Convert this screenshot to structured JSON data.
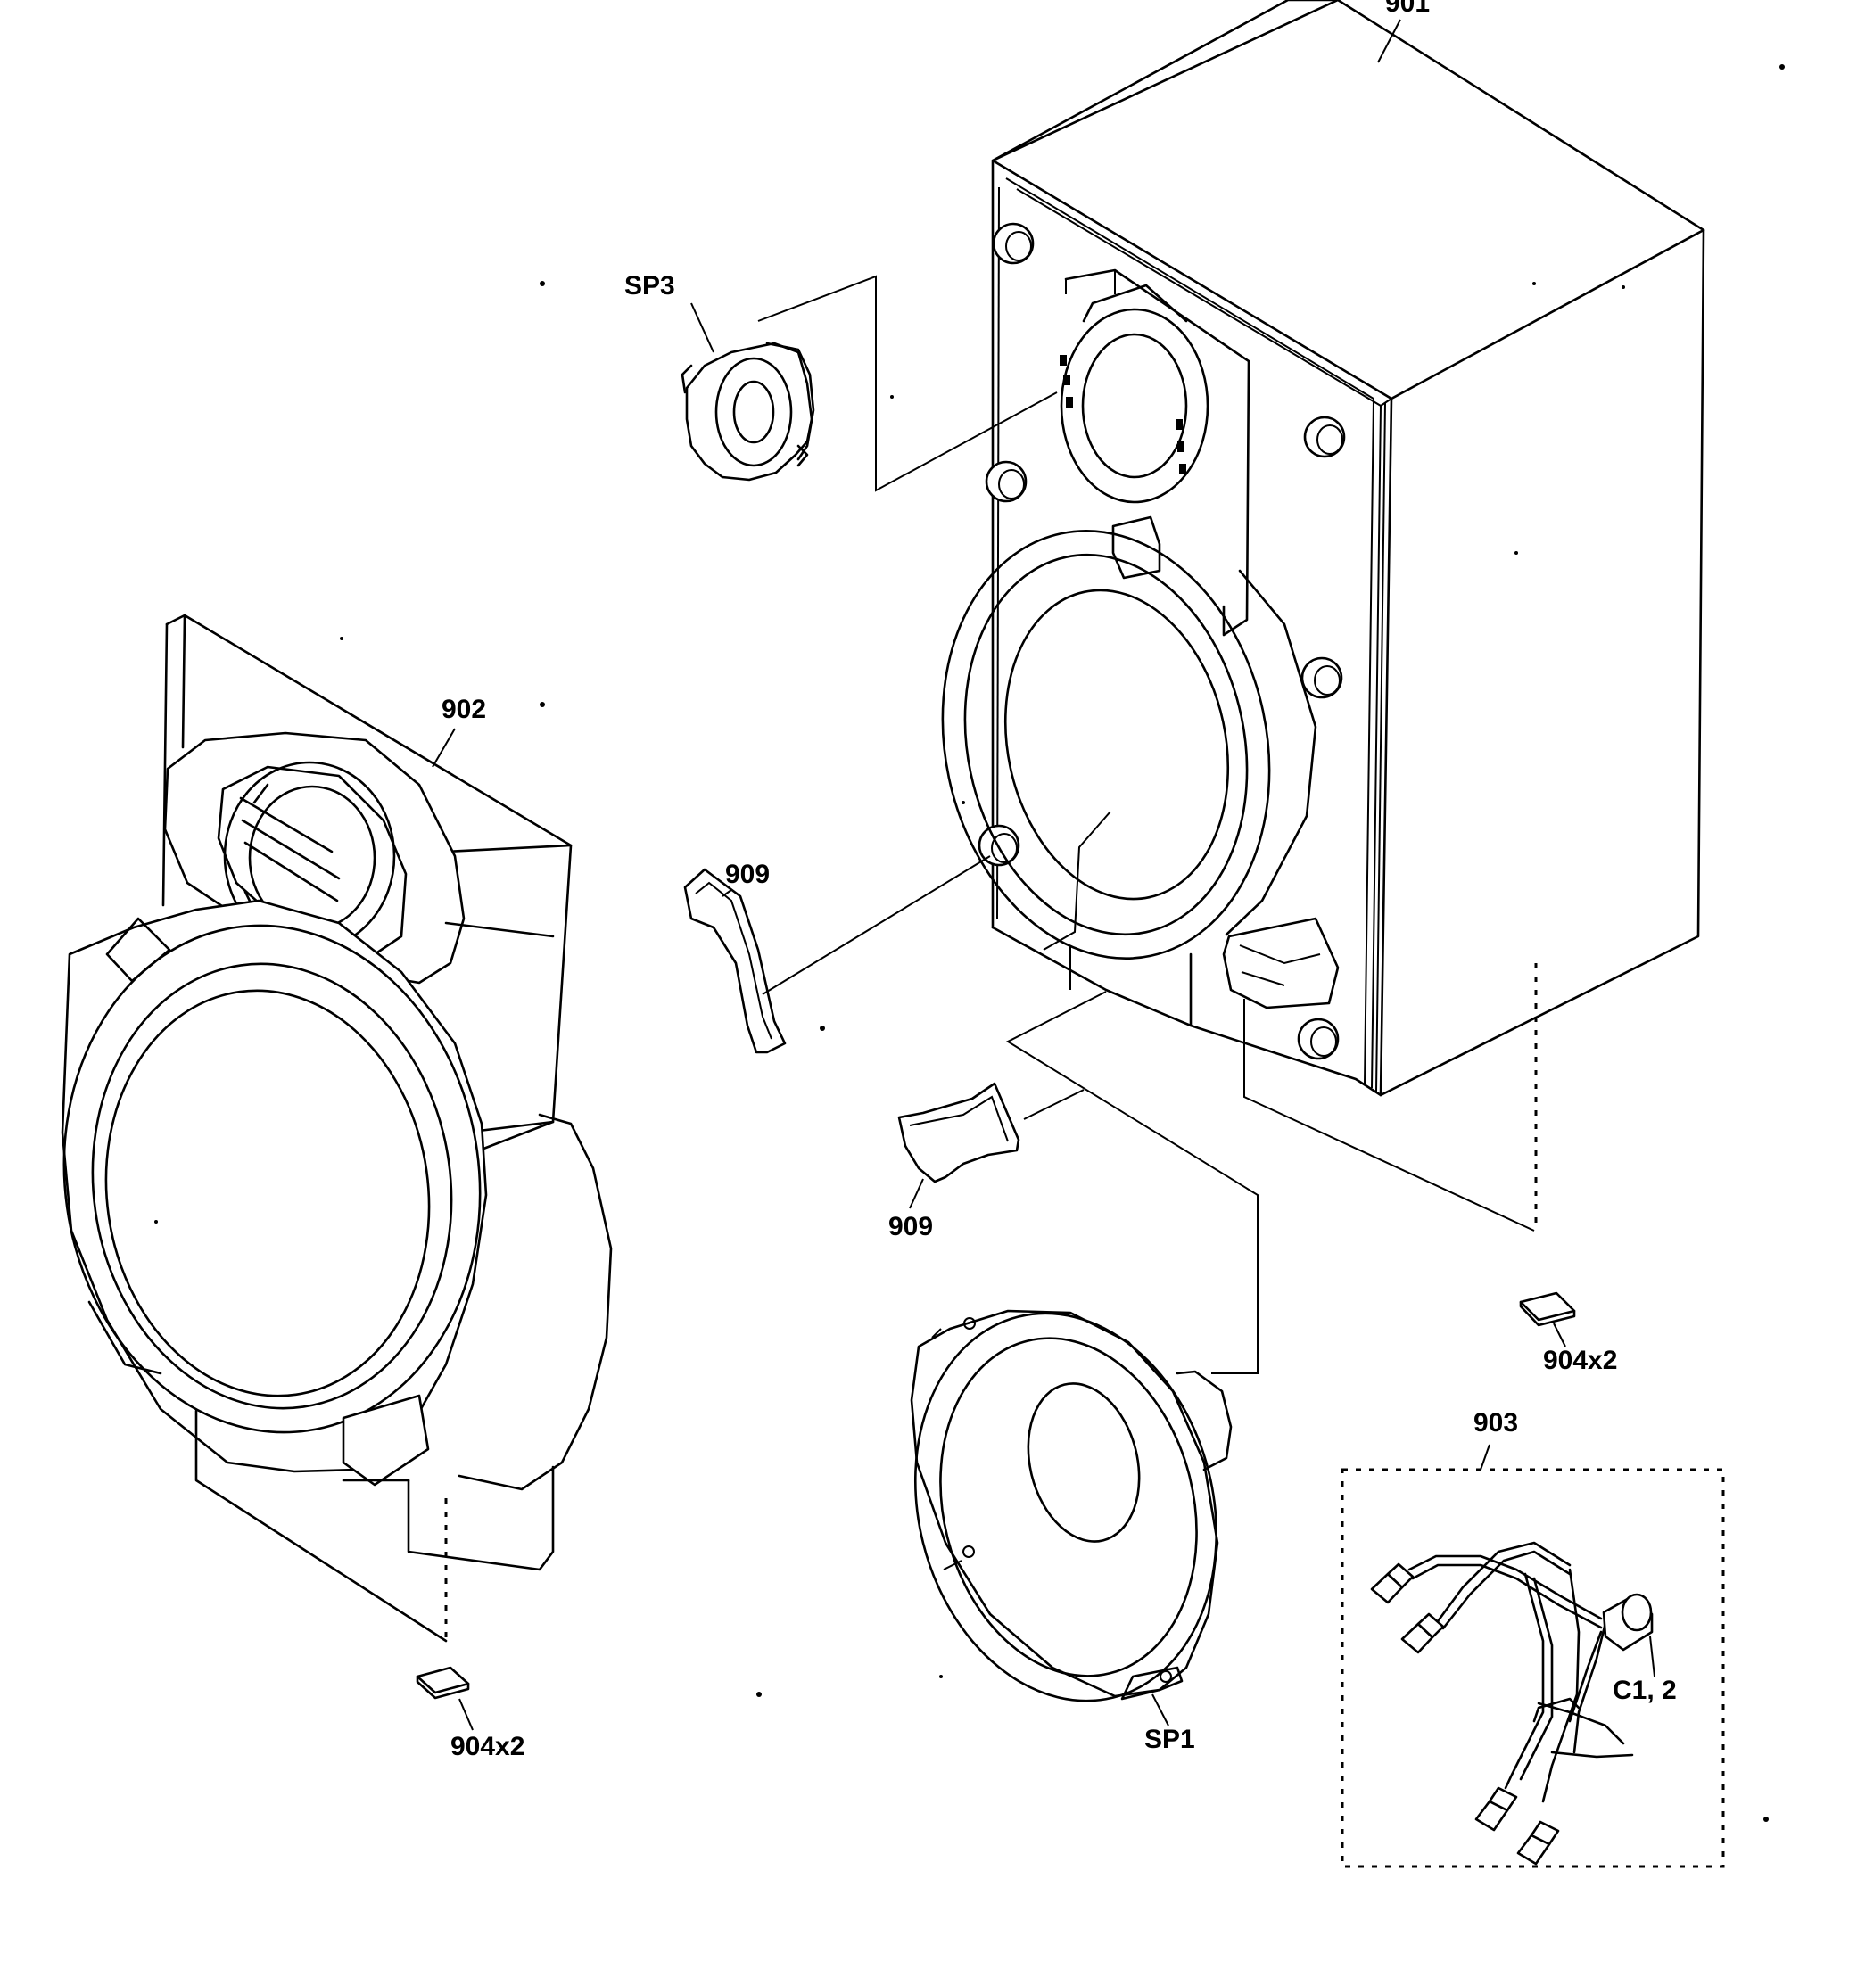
{
  "labels": {
    "cabinet": "901",
    "tweeter": "SP3",
    "front_grille": "902",
    "port_upper": "909",
    "port_lower": "909",
    "woofer": "SP1",
    "feet_right": "904x2",
    "feet_left": "904x2",
    "wire_harness": "903",
    "capacitor": "C1, 2"
  }
}
